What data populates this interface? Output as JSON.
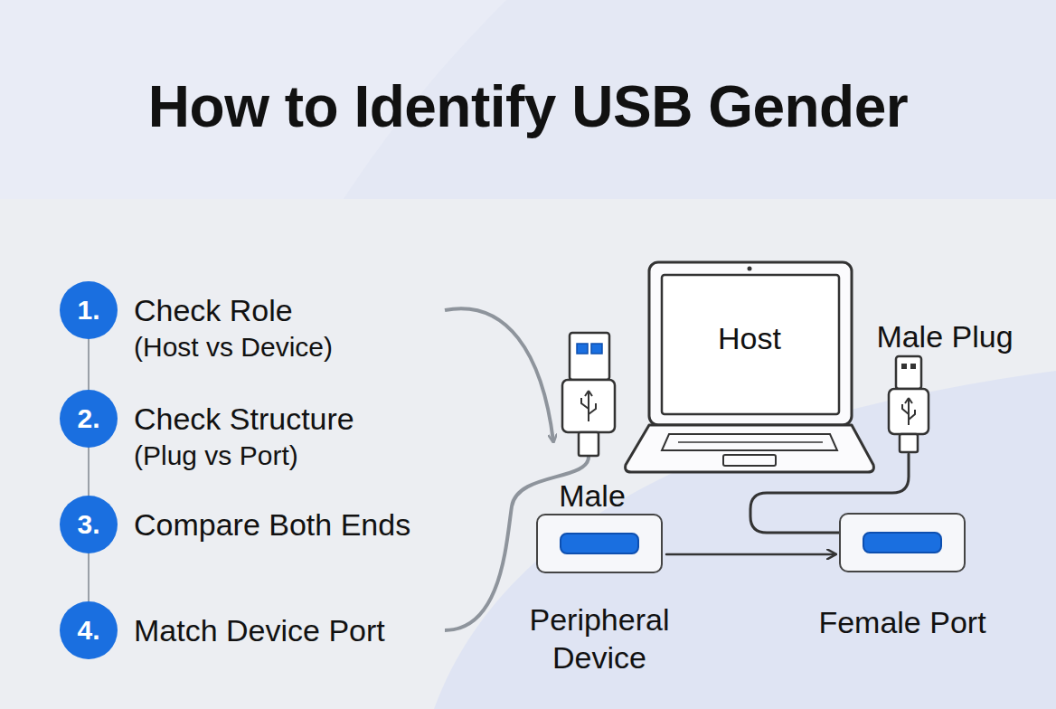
{
  "diagram": {
    "title": "How to Identify USB Gender",
    "nodes": [
      {
        "text": [
          "1.",
          "Check Role",
          "(Host vs Device)"
        ]
      },
      {
        "text": [
          "2.",
          "Check Structure",
          "(Plug vs Port)"
        ]
      },
      {
        "text": [
          "3.",
          "Compare Both Ends"
        ]
      },
      {
        "text": [
          "4.",
          "Match Device Port"
        ]
      },
      {
        "text": [
          "Host"
        ]
      },
      {
        "text": [
          "Male Plug"
        ]
      },
      {
        "text": [
          "Male",
          "Peripheral Device"
        ]
      },
      {
        "text": [
          "Female Port"
        ]
      }
    ],
    "edges": [
      {
        "from": 0,
        "to": 1,
        "arrow": "none"
      },
      {
        "from": 1,
        "to": 2,
        "arrow": "none"
      },
      {
        "from": 2,
        "to": 3,
        "arrow": "none"
      },
      {
        "from": 6,
        "to": 7,
        "arrow": "to"
      },
      {
        "from": 5,
        "to": 7,
        "arrow": "none"
      }
    ]
  }
}
